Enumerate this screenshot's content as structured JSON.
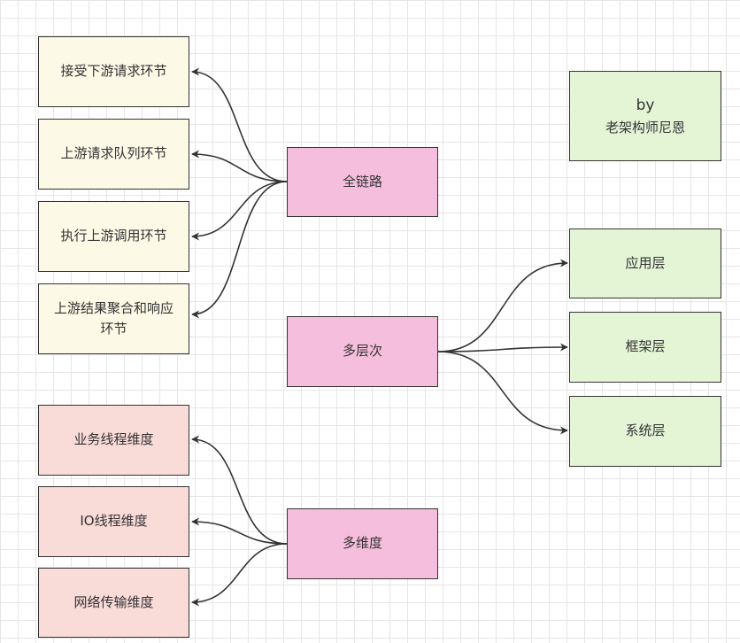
{
  "center_nodes": {
    "full_link": "全链路",
    "multi_layer": "多层次",
    "multi_dimension": "多维度"
  },
  "full_link_children": [
    "接受下游请求环节",
    "上游请求队列环节",
    "执行上游调用环节",
    "上游结果聚合和响应环节"
  ],
  "multi_layer_children": [
    "应用层",
    "框架层",
    "系统层"
  ],
  "multi_dimension_children": [
    "业务线程维度",
    "IO线程维度",
    "网络传输维度"
  ],
  "author": {
    "by": "by",
    "name": "老架构师尼恩"
  },
  "colors": {
    "stage_fill": "#fcf9e6",
    "center_fill": "#f6bedd",
    "dimension_fill": "#f9dbd8",
    "layer_fill": "#e4f5d6",
    "border": "#333333",
    "edge": "#333333"
  }
}
